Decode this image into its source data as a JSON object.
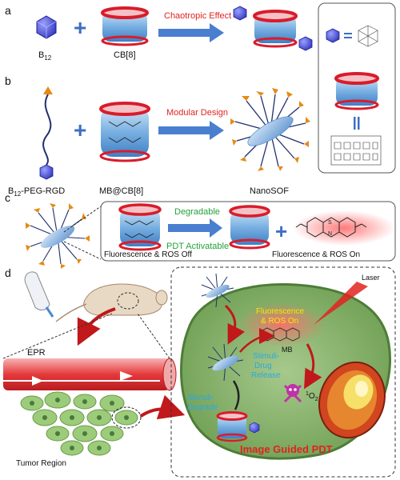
{
  "panels": {
    "a": {
      "label": "a",
      "arrow_text": "Chaotropic Effect",
      "b12": "B",
      "b12_sub": "12",
      "cb8": "CB[8]"
    },
    "b": {
      "label": "b",
      "arrow_text": "Modular Design",
      "b12peg_prefix": "B",
      "b12peg_sub": "12",
      "b12peg_suffix": "-PEG-RGD",
      "mbcb8": "MB@CB[8]",
      "nanosof": "NanoSOF"
    },
    "c": {
      "label": "c",
      "arrow_top": "Degradable",
      "arrow_bottom": "PDT Activatable",
      "left_state": "Fluorescence & ROS Off",
      "right_state": "Fluorescence & ROS On"
    },
    "d": {
      "label": "d",
      "epr": "EPR",
      "tumor": "Tumor Region",
      "laser": "Laser",
      "fluor_line1": "Fluorescence",
      "fluor_line2": "& ROS On",
      "mb": "MB",
      "stimuli_release_1": "Stimuli-",
      "stimuli_release_2": "Drug",
      "stimuli_release_3": "Release",
      "stimuli_degrade_1": "Stimuli-",
      "stimuli_degrade_2": "Degrade",
      "singlet_sup": "1",
      "singlet": "O",
      "singlet_sub": "2",
      "title": "Image Guided PDT"
    }
  },
  "colors": {
    "arrow_blue": "#4a7fd0",
    "red_text": "#e0231f",
    "green_text": "#22a23a",
    "yellow_text": "#ffe400",
    "cyan_text": "#2aa9e0",
    "cell_green": "#6aa84f",
    "vessel_red": "#e5393b"
  }
}
